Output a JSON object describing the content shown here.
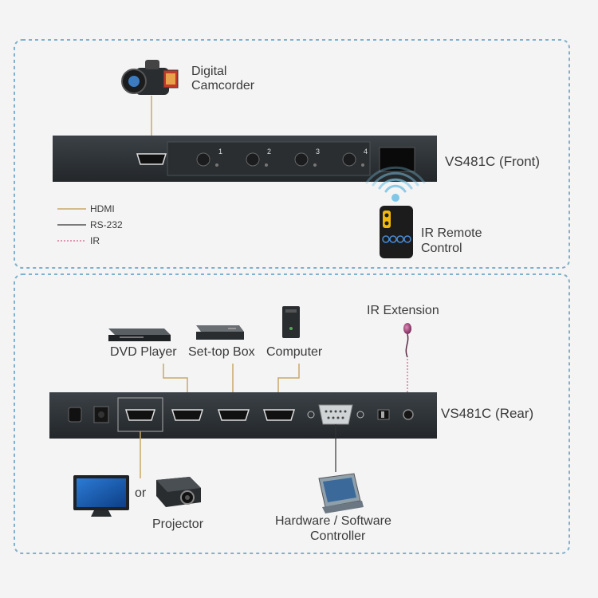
{
  "front": {
    "device_label": "VS481C (Front)",
    "buttons": [
      "1",
      "2",
      "3",
      "4"
    ],
    "camcorder_label_1": "Digital",
    "camcorder_label_2": "Camcorder",
    "remote_label_1": "IR Remote",
    "remote_label_2": "Control"
  },
  "legend": {
    "items": [
      {
        "label": "HDMI",
        "color": "#c8a86a",
        "style": "solid"
      },
      {
        "label": "RS-232",
        "color": "#333333",
        "style": "solid"
      },
      {
        "label": "IR",
        "color": "#d0608a",
        "style": "dotted"
      }
    ]
  },
  "rear": {
    "device_label": "VS481C (Rear)",
    "sources": [
      "DVD Player",
      "Set-top Box",
      "Computer"
    ],
    "ir_extension_label": "IR Extension",
    "or_label": "or",
    "projector_label": "Projector",
    "controller_label_1": "Hardware / Software",
    "controller_label_2": "Controller"
  },
  "colors": {
    "hdmi_line": "#c8a86a",
    "rs232_line": "#333333",
    "ir_line": "#d0608a",
    "panel_border": "#7fb0cc",
    "device_body": "#2f3438"
  }
}
